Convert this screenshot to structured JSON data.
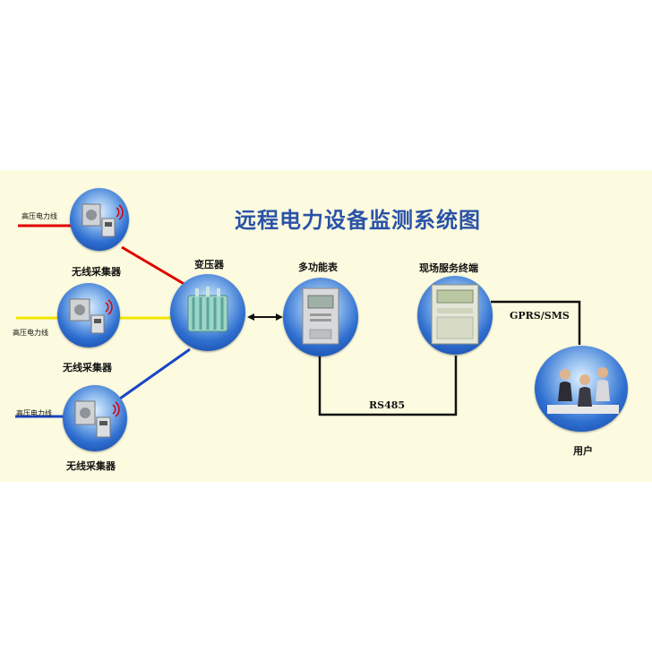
{
  "title": "远程电力设备监测系统图",
  "nodes": {
    "collector_1": {
      "line_label": "高压电力线",
      "label": "无线采集器"
    },
    "collector_2": {
      "line_label": "高压电力线",
      "label": "无线采集器"
    },
    "collector_3": {
      "line_label": "高压电力线",
      "label": "无线采集器"
    },
    "transformer": {
      "label": "变压器"
    },
    "meter": {
      "label": "多功能表"
    },
    "terminal": {
      "label": "现场服务终端"
    },
    "user": {
      "label": "用户"
    }
  },
  "links": {
    "rs485": "RS485",
    "gprs": "GPRS/SMS"
  },
  "colors": {
    "line_1": "#e00000",
    "line_2": "#f2e600",
    "line_3": "#1a45c8",
    "connector": "#111111",
    "title": "#2a52a8"
  },
  "icons": {
    "collector": "wireless-collector-icon",
    "transformer": "transformer-icon",
    "meter": "multifunction-meter-icon",
    "terminal": "field-terminal-icon",
    "user": "office-users-icon"
  }
}
